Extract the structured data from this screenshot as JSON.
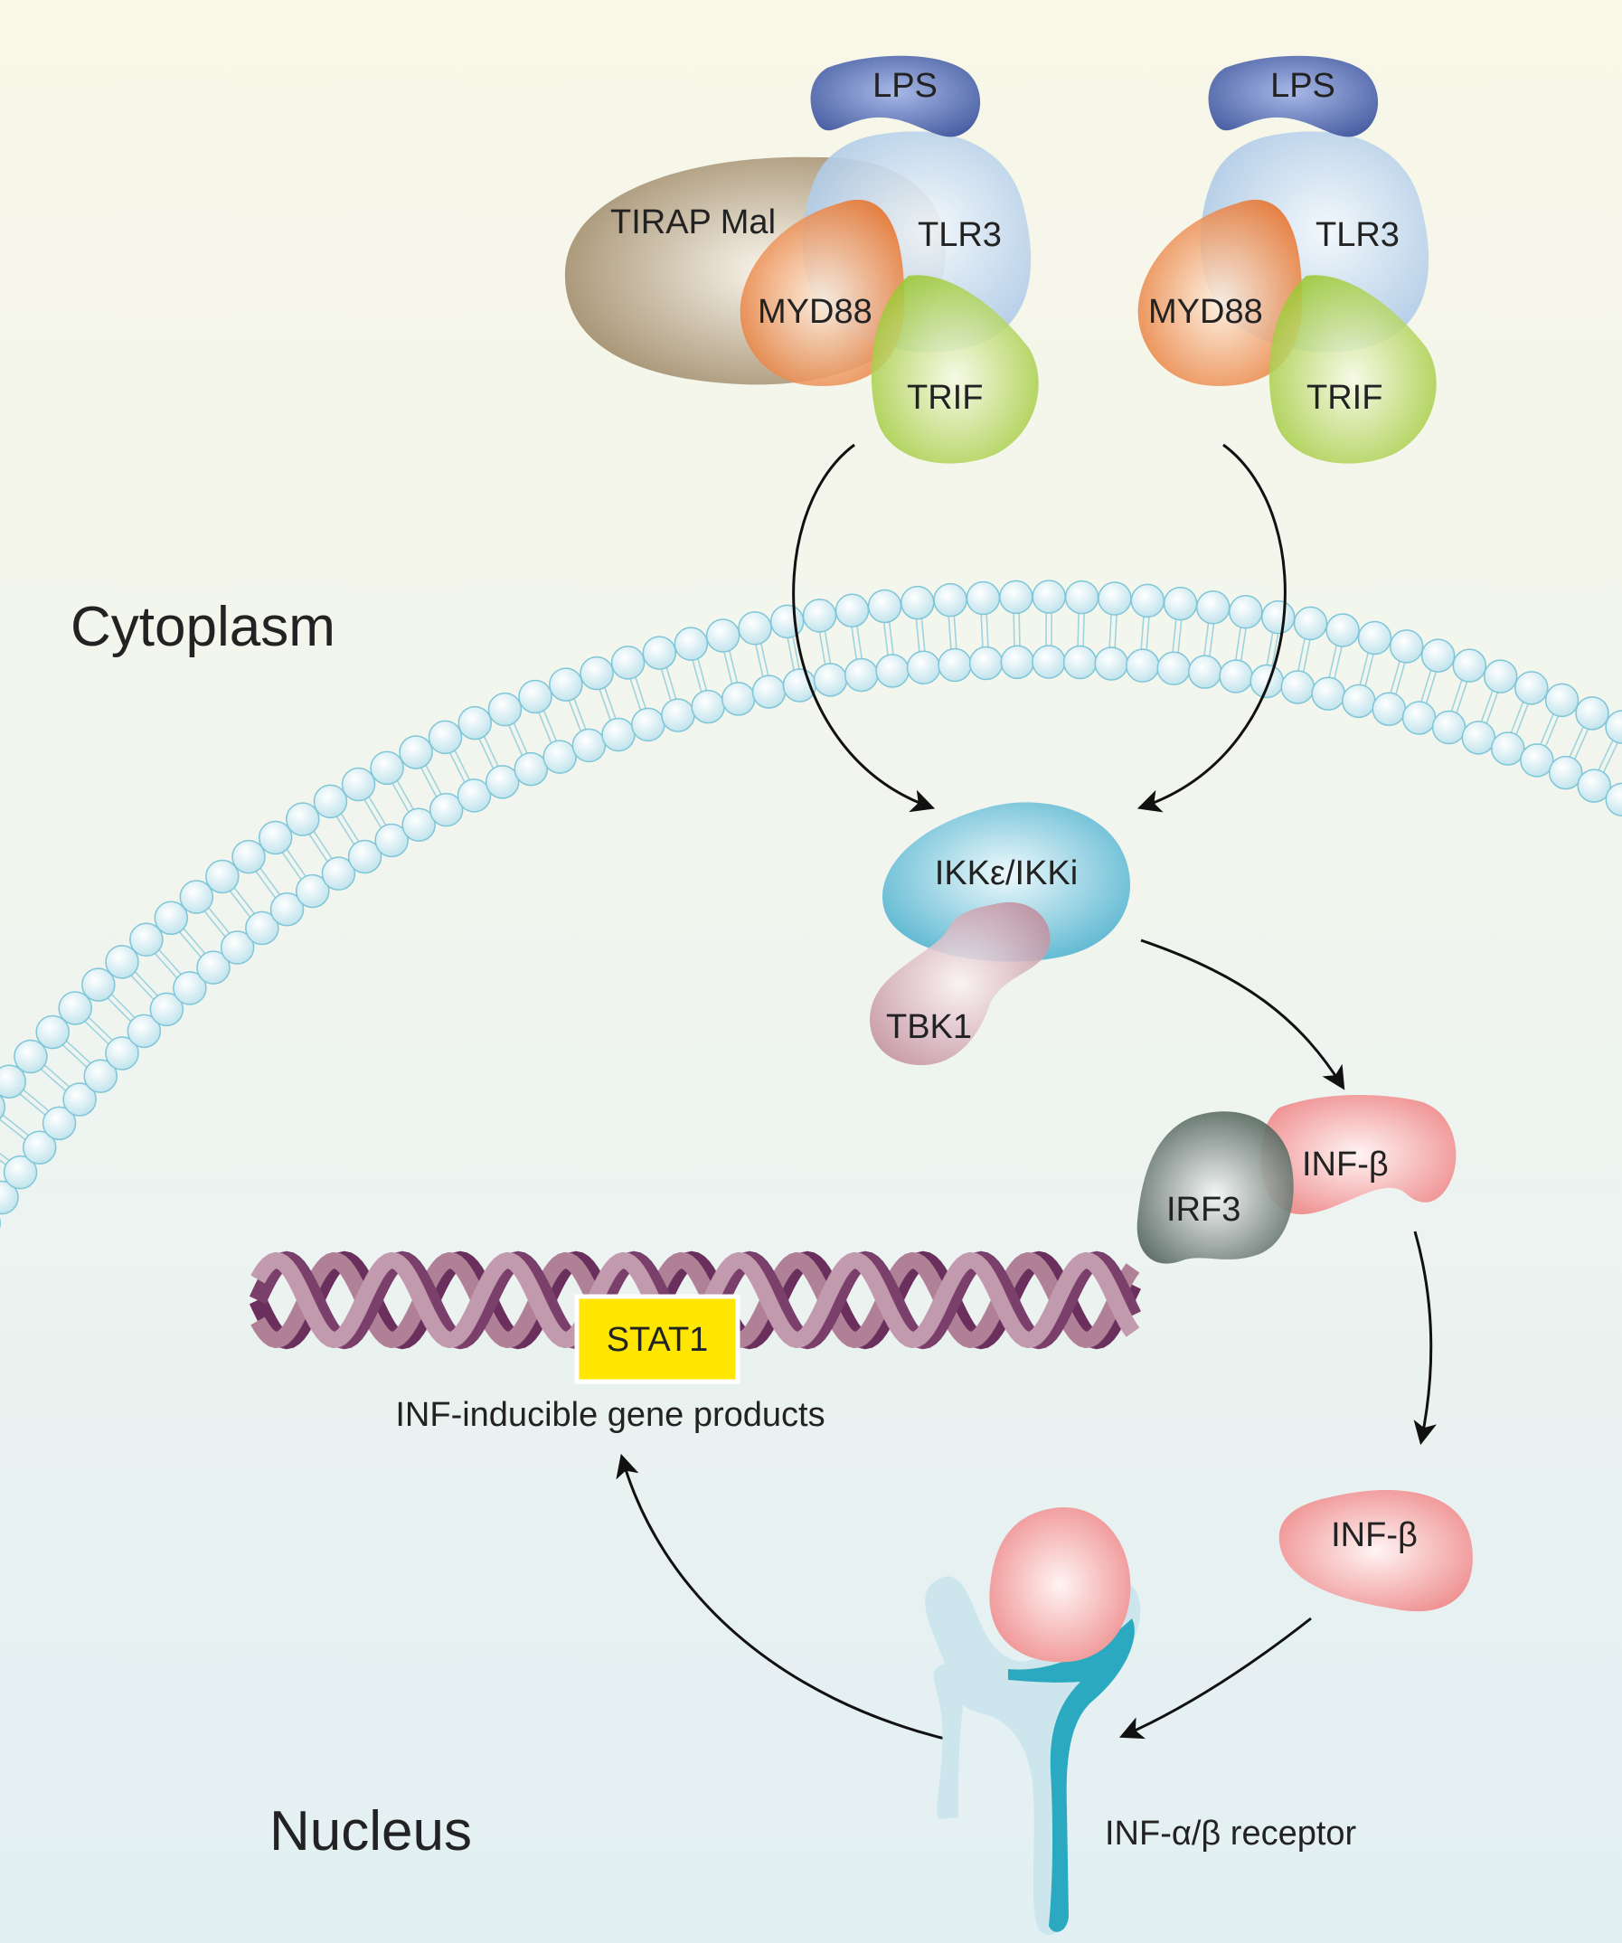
{
  "regions": {
    "top": "Cytoplasm",
    "bottom": "Nucleus"
  },
  "left_complex": {
    "ligand": "LPS",
    "adaptor_extra": "TIRAP Mal",
    "receptor": "TLR3",
    "adaptor1": "MYD88",
    "adaptor2": "TRIF"
  },
  "right_complex": {
    "ligand": "LPS",
    "receptor": "TLR3",
    "adaptor1": "MYD88",
    "adaptor2": "TRIF"
  },
  "kinase": {
    "main": "IKKε/IKKi",
    "partner": "TBK1"
  },
  "factor": {
    "irf": "IRF3",
    "ifn": "INF-β"
  },
  "free_ifn": "INF-β",
  "dna": {
    "tag": "STAT1",
    "caption": "INF-inducible gene products"
  },
  "receptor_label": "INF-α/β receptor",
  "colors": {
    "lps": "#4c64a8",
    "tlr3": "#b3cde6",
    "tirap": "#9c8660",
    "myd88": "#ea7a2c",
    "trif": "#a3cc3a",
    "ikk": "#4fb3d0",
    "tbk1": "#c48a9a",
    "irf3": "#41584f",
    "ifn": "#f0888a",
    "dna": "#7b3f6b",
    "stat1": "#ffe600",
    "membrane": "#bfe3ec",
    "receptor": "#cde6ee",
    "receptor_accent": "#2aa9c0"
  }
}
